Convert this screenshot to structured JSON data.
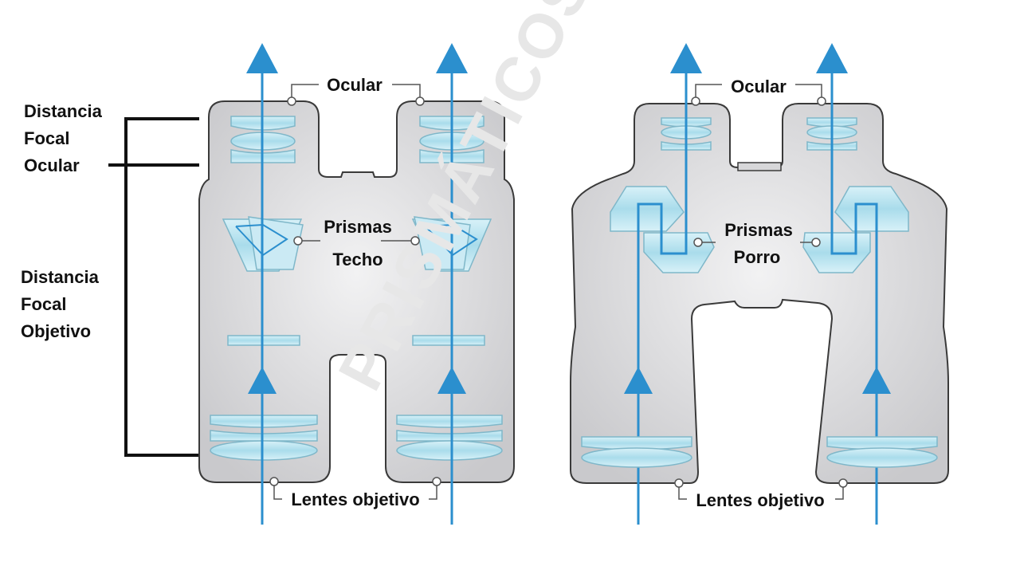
{
  "left_scale": {
    "eyepiece_focal": [
      "Distancia",
      "Focal",
      "Ocular"
    ],
    "objective_focal": [
      "Distancia",
      "Focal",
      "Objetivo"
    ]
  },
  "roof": {
    "eyepiece_label": "Ocular",
    "prism_label_line1": "Prismas",
    "prism_label_line2": "Techo",
    "objective_label": "Lentes objetivo"
  },
  "porro": {
    "eyepiece_label": "Ocular",
    "prism_label_line1": "Prismas",
    "prism_label_line2": "Porro",
    "objective_label": "Lentes objetivo"
  },
  "watermark": "PRISMÁTICOS",
  "colors": {
    "body": "#d7d7d9",
    "body_stroke": "#3a3a3a",
    "glass": "#bfe6f2",
    "glass_stroke": "#7fb7c9",
    "light_ray": "#2b8fce"
  }
}
